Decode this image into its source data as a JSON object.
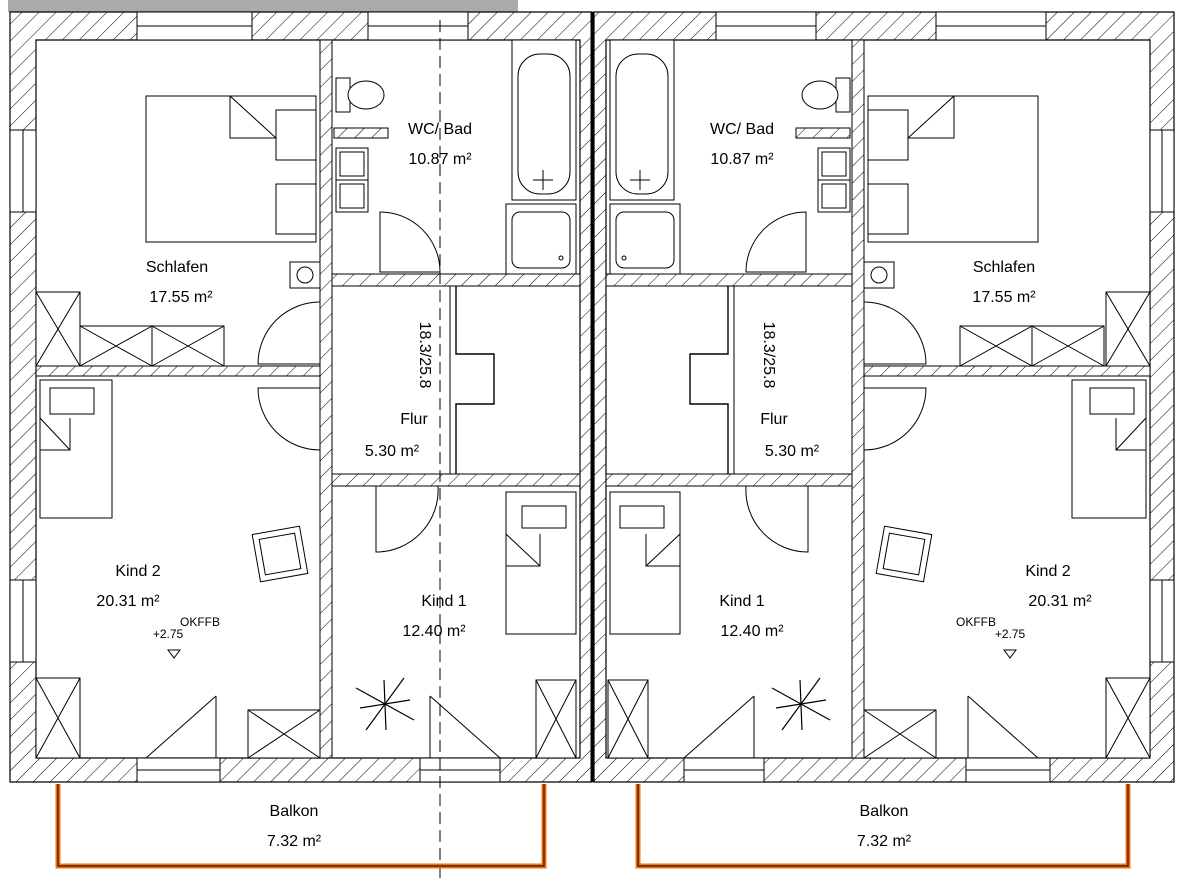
{
  "units": [
    {
      "rooms": {
        "schlafen": {
          "name": "Schlafen",
          "area": "17.55 m²"
        },
        "wc_bad": {
          "name": "WC/ Bad",
          "area": "10.87 m²"
        },
        "flur": {
          "name": "Flur",
          "area": "5.30 m²"
        },
        "stair": {
          "label": "18.3/25.8"
        },
        "kind2": {
          "name": "Kind 2",
          "area": "20.31 m²"
        },
        "kind1": {
          "name": "Kind 1",
          "area": "12.40 m²"
        },
        "balkon": {
          "name": "Balkon",
          "area": "7.32 m²"
        }
      },
      "level": {
        "label": "OKFFB",
        "value": "+2.75"
      }
    },
    {
      "rooms": {
        "schlafen": {
          "name": "Schlafen",
          "area": "17.55 m²"
        },
        "wc_bad": {
          "name": "WC/ Bad",
          "area": "10.87 m²"
        },
        "flur": {
          "name": "Flur",
          "area": "5.30 m²"
        },
        "stair": {
          "label": "18.3/25.8"
        },
        "kind2": {
          "name": "Kind 2",
          "area": "20.31 m²"
        },
        "kind1": {
          "name": "Kind 1",
          "area": "12.40 m²"
        },
        "balkon": {
          "name": "Balkon",
          "area": "7.32 m²"
        }
      },
      "level": {
        "label": "OKFFB",
        "value": "+2.75"
      }
    }
  ],
  "colors": {
    "wall_line": "#000000",
    "balcony": "#f07010",
    "top_strip": "#aaaaaa"
  }
}
